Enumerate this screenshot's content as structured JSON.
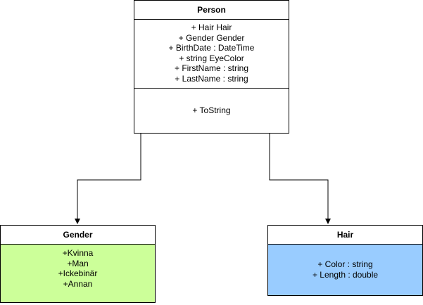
{
  "classes": {
    "person": {
      "name": "Person",
      "attributes": [
        "+ Hair Hair",
        "+ Gender Gender",
        "+ BirthDate : DateTime",
        "+ string EyeColor",
        "+ FirstName : string",
        "+ LastName : string"
      ],
      "methods": [
        "+ ToString"
      ]
    },
    "gender": {
      "name": "Gender",
      "values": [
        "+Kvinna",
        "+Man",
        "+Ickebinär",
        "+Annan"
      ],
      "fill": "#ccff99"
    },
    "hair": {
      "name": "Hair",
      "attributes": [
        "+ Color : string",
        "+ Length : double"
      ],
      "fill": "#99ccff"
    }
  },
  "edges": [
    {
      "from": "Person",
      "to": "Gender",
      "arrow": "open-filled"
    },
    {
      "from": "Person",
      "to": "Hair",
      "arrow": "open-filled"
    }
  ]
}
